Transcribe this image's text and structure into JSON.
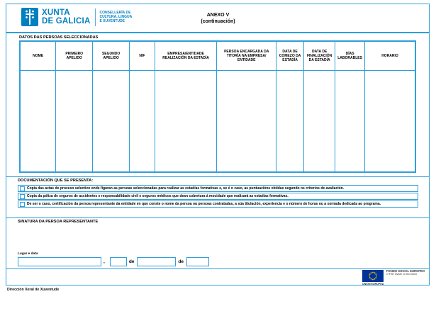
{
  "header": {
    "brand": {
      "name_line1": "XUNTA",
      "name_line2": "DE GALICIA",
      "department_line1": "CONSELLERÍA DE",
      "department_line2": "CULTURA, LINGUA",
      "department_line3": "E XUVENTUDE"
    },
    "title_line1": "ANEXO V",
    "title_line2": "(continuación)"
  },
  "selected_persons": {
    "heading": "DATOS DAS PERSOAS SELECCIONADAS",
    "columns": [
      "NOME",
      "PRIMEIRO APELIDO",
      "SEGUNDO APELIDO",
      "NIF",
      "EMPRESA/ENTIDADE REALIZACIÓN DA ESTADÍA",
      "PERSOA ENCARGADA DA TITORÍA NA EMPRESA/ ENTIDADE",
      "DATA DE COMEZO DA ESTADÍA",
      "DATA DE FINALIZACIÓN DA ESTADÍA",
      "DÍAS LABORABLES",
      "HORARIO"
    ]
  },
  "documentation": {
    "heading": "DOCUMENTACIÓN QUE SE PRESENTA:",
    "items": [
      {
        "checked": false,
        "text": "Copia das actas do proceso selectivo onde figuran as persoas seleccionadas para realizar as estadías formativas e, se é o caso, as puntuacións obtidas segundo os criterios de avaliación."
      },
      {
        "checked": false,
        "text": "Copia da póliza de seguros de accidentes e responsabilidade civil e seguros médicos que dean cobertura á mocidade que realizará as estadías formativas."
      },
      {
        "checked": false,
        "text": "De ser o caso, certificación da persoa representante da entidade en que conste o nome da persoa ou persoas contratadas, a súa titulación, experiencia e o número de horas ou a xornada dedicada ao programa."
      }
    ]
  },
  "signature": {
    "heading": "SINATURA DA PERSOA REPRESENTANTE"
  },
  "place_date": {
    "label": "Lugar e data",
    "place_value": "",
    "comma": ",",
    "day_value": "",
    "de1": "de",
    "month_value": "",
    "de2": "de",
    "year_value": ""
  },
  "eu_funding": {
    "flag_icon": "eu-flag",
    "flag_caption": "UNIÓN EUROPEA",
    "fund_name": "FONDO SOCIAL EUROPEO",
    "fund_tagline": "O FSE inviste no teu futuro"
  },
  "footer": {
    "department": "Dirección Xeral de Xuventude"
  },
  "colors": {
    "accent_blue": "#2E9FD9",
    "brand_blue": "#0080C1",
    "eu_blue": "#003399",
    "eu_yellow": "#FFCC00"
  }
}
